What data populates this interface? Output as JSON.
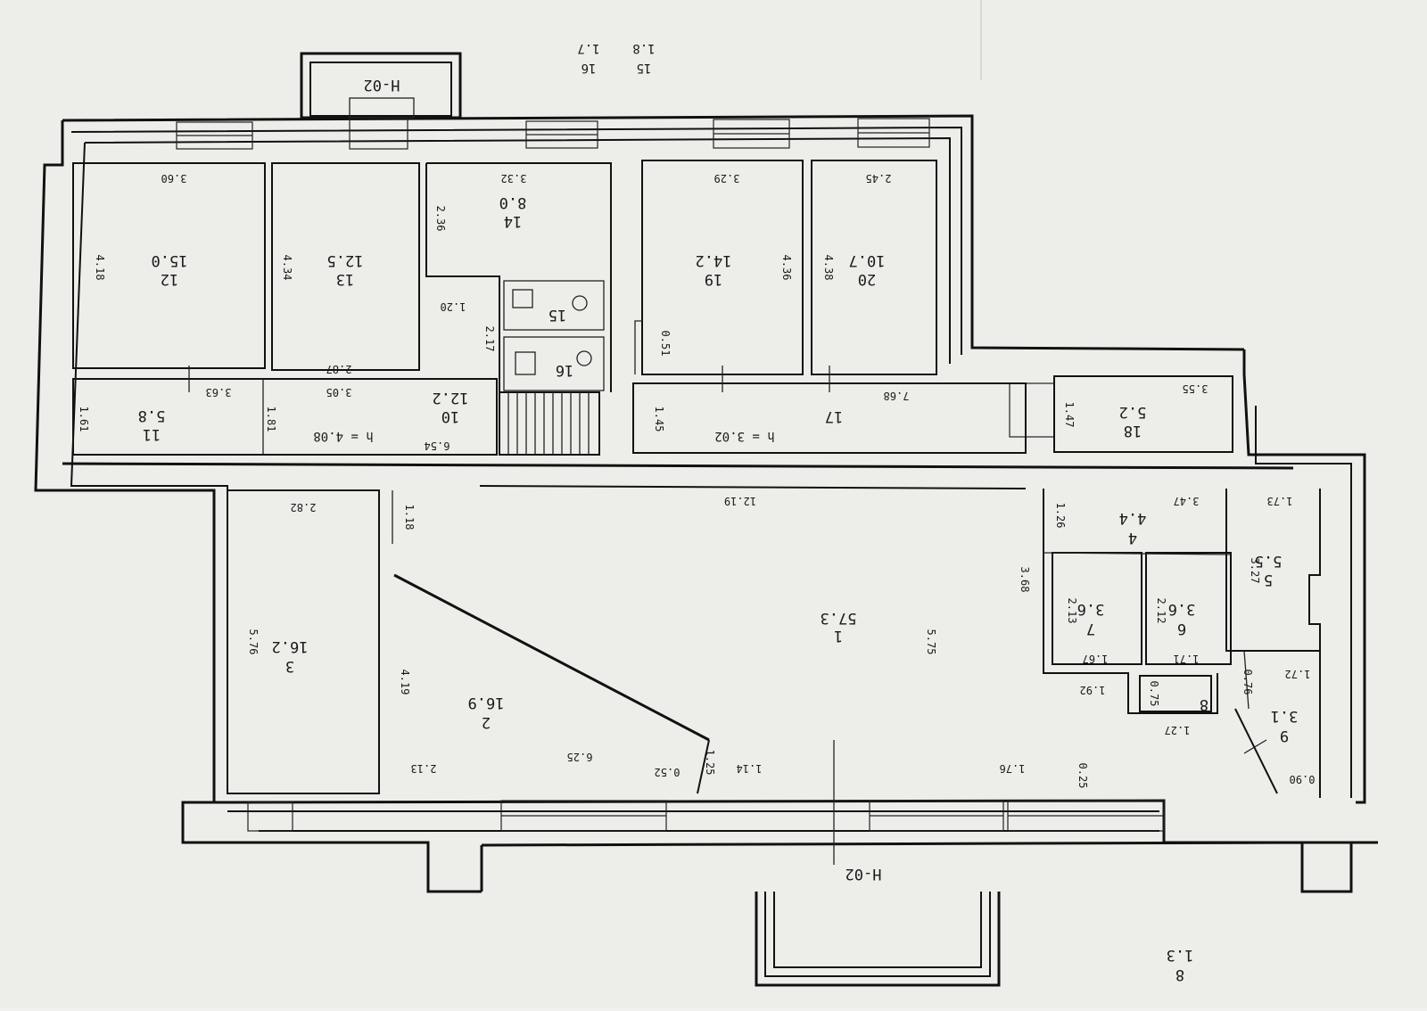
{
  "plan": {
    "background": "#f1f1ef",
    "ink": "#111111",
    "top_marks": [
      {
        "text": "16"
      },
      {
        "text": "1.7"
      },
      {
        "text": "15"
      },
      {
        "text": "1.8"
      }
    ],
    "annex_top": "Н-02",
    "annex_bottom": "Н-02",
    "room_labels": [
      {
        "text": "12"
      },
      {
        "text": "15.0"
      },
      {
        "text": "13"
      },
      {
        "text": "12.5"
      },
      {
        "text": "14"
      },
      {
        "text": "8.0"
      },
      {
        "text": "15"
      },
      {
        "text": "16"
      },
      {
        "text": "19"
      },
      {
        "text": "14.2"
      },
      {
        "text": "20"
      },
      {
        "text": "10.7"
      },
      {
        "text": "11"
      },
      {
        "text": "5.8"
      },
      {
        "text": "10"
      },
      {
        "text": "12.2"
      },
      {
        "text": "17"
      },
      {
        "text": "18"
      },
      {
        "text": "5.2"
      },
      {
        "text": "3"
      },
      {
        "text": "16.2"
      },
      {
        "text": "2"
      },
      {
        "text": "16.9"
      },
      {
        "text": "1"
      },
      {
        "text": "57.3"
      },
      {
        "text": "4"
      },
      {
        "text": "4.4"
      },
      {
        "text": "7"
      },
      {
        "text": "3.6"
      },
      {
        "text": "6"
      },
      {
        "text": "3.6"
      },
      {
        "text": "5"
      },
      {
        "text": "5.5"
      },
      {
        "text": "8"
      },
      {
        "text": "9"
      },
      {
        "text": "3.1"
      },
      {
        "text": "8"
      },
      {
        "text": "1.3"
      }
    ],
    "dims": [
      {
        "text": "3.60"
      },
      {
        "text": "3.32"
      },
      {
        "text": "3.29"
      },
      {
        "text": "2.45"
      },
      {
        "text": "4.18"
      },
      {
        "text": "4.34"
      },
      {
        "text": "2.36"
      },
      {
        "text": "1.20"
      },
      {
        "text": "2.17"
      },
      {
        "text": "4.36"
      },
      {
        "text": "4.38"
      },
      {
        "text": "0.51"
      },
      {
        "text": "2.87"
      },
      {
        "text": "3.63"
      },
      {
        "text": "3.05"
      },
      {
        "text": "1.61"
      },
      {
        "text": "1.81"
      },
      {
        "text": "h = 4.08"
      },
      {
        "text": "6.54"
      },
      {
        "text": "1.45"
      },
      {
        "text": "h = 3.02"
      },
      {
        "text": "7.68"
      },
      {
        "text": "1.47"
      },
      {
        "text": "3.55"
      },
      {
        "text": "2.82"
      },
      {
        "text": "1.18"
      },
      {
        "text": "12.19"
      },
      {
        "text": "1.26"
      },
      {
        "text": "3.47"
      },
      {
        "text": "1.73"
      },
      {
        "text": "3.68"
      },
      {
        "text": "5.76"
      },
      {
        "text": "4.19"
      },
      {
        "text": "5.75"
      },
      {
        "text": "2.13"
      },
      {
        "text": "2.12"
      },
      {
        "text": "3.27"
      },
      {
        "text": "1.67"
      },
      {
        "text": "1.71"
      },
      {
        "text": "1.92"
      },
      {
        "text": "0.75"
      },
      {
        "text": "1.27"
      },
      {
        "text": "0.76"
      },
      {
        "text": "1.72"
      },
      {
        "text": "2.13"
      },
      {
        "text": "6.25"
      },
      {
        "text": "0.52"
      },
      {
        "text": "1.25"
      },
      {
        "text": "1.14"
      },
      {
        "text": "1.76"
      },
      {
        "text": "0.25"
      },
      {
        "text": "0.90"
      }
    ]
  }
}
